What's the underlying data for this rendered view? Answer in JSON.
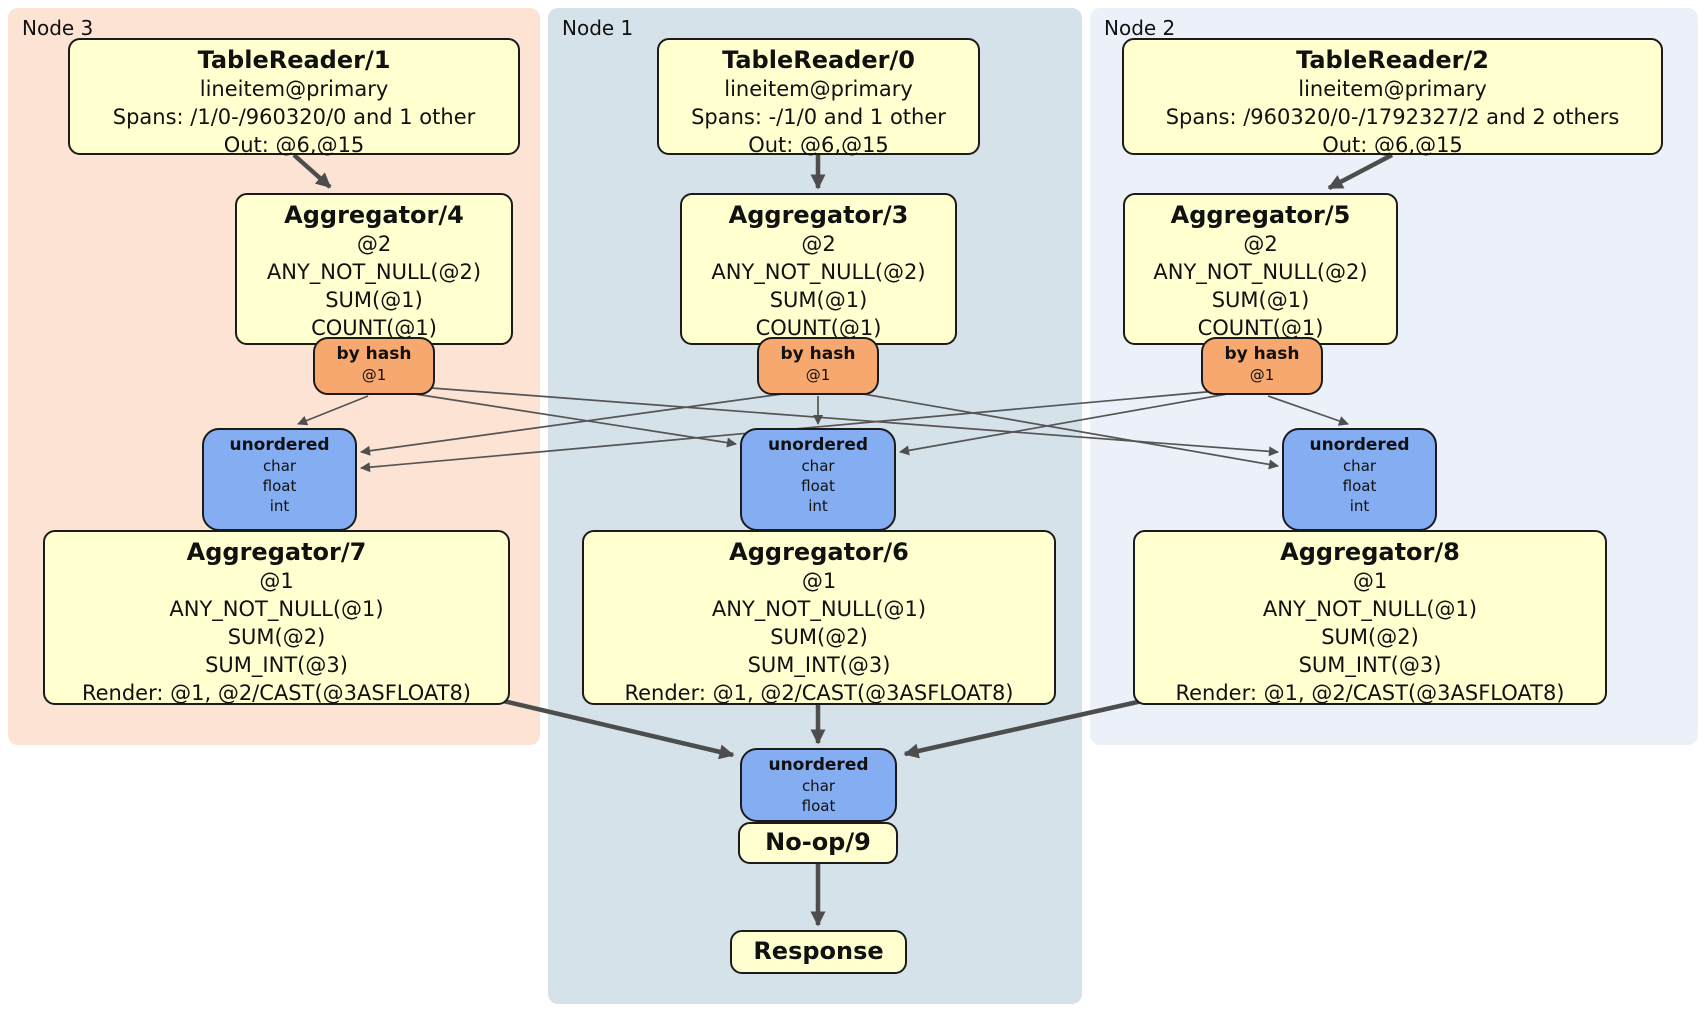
{
  "regions": {
    "node3": {
      "label": "Node 3"
    },
    "node1": {
      "label": "Node 1"
    },
    "node2": {
      "label": "Node 2"
    }
  },
  "processors": {
    "tr1": {
      "title": "TableReader/1",
      "lines": [
        "lineitem@primary",
        "Spans: /1/0-/960320/0 and 1 other",
        "Out: @6,@15"
      ]
    },
    "tr0": {
      "title": "TableReader/0",
      "lines": [
        "lineitem@primary",
        "Spans: -/1/0 and 1 other",
        "Out: @6,@15"
      ]
    },
    "tr2": {
      "title": "TableReader/2",
      "lines": [
        "lineitem@primary",
        "Spans: /960320/0-/1792327/2 and 2 others",
        "Out: @6,@15"
      ]
    },
    "agg4": {
      "title": "Aggregator/4",
      "lines": [
        "@2",
        "ANY_NOT_NULL(@2)",
        "SUM(@1)",
        "COUNT(@1)"
      ]
    },
    "agg3": {
      "title": "Aggregator/3",
      "lines": [
        "@2",
        "ANY_NOT_NULL(@2)",
        "SUM(@1)",
        "COUNT(@1)"
      ]
    },
    "agg5": {
      "title": "Aggregator/5",
      "lines": [
        "@2",
        "ANY_NOT_NULL(@2)",
        "SUM(@1)",
        "COUNT(@1)"
      ]
    },
    "agg7": {
      "title": "Aggregator/7",
      "lines": [
        "@1",
        "ANY_NOT_NULL(@1)",
        "SUM(@2)",
        "SUM_INT(@3)",
        "Render: @1, @2/CAST(@3ASFLOAT8)"
      ]
    },
    "agg6": {
      "title": "Aggregator/6",
      "lines": [
        "@1",
        "ANY_NOT_NULL(@1)",
        "SUM(@2)",
        "SUM_INT(@3)",
        "Render: @1, @2/CAST(@3ASFLOAT8)"
      ]
    },
    "agg8": {
      "title": "Aggregator/8",
      "lines": [
        "@1",
        "ANY_NOT_NULL(@1)",
        "SUM(@2)",
        "SUM_INT(@3)",
        "Render: @1, @2/CAST(@3ASFLOAT8)"
      ]
    },
    "noop": {
      "title": "No-op/9"
    },
    "response": {
      "title": "Response"
    }
  },
  "routers": {
    "bh3": {
      "title": "by hash",
      "sub": "@1"
    },
    "bh1": {
      "title": "by hash",
      "sub": "@1"
    },
    "bh2": {
      "title": "by hash",
      "sub": "@1"
    }
  },
  "syncs": {
    "u3": {
      "title": "unordered",
      "lines": [
        "char",
        "float",
        "int"
      ]
    },
    "u1": {
      "title": "unordered",
      "lines": [
        "char",
        "float",
        "int"
      ]
    },
    "u2": {
      "title": "unordered",
      "lines": [
        "char",
        "float",
        "int"
      ]
    },
    "ufinal": {
      "title": "unordered",
      "lines": [
        "char",
        "float"
      ]
    }
  },
  "colors": {
    "node3_bg": "#fce3d3",
    "node1_bg": "#d6e2ea",
    "node2_bg": "#ecf1f9",
    "processor_bg": "#ffffcf",
    "router_bg": "#f7a86f",
    "sync_bg": "#84adf2",
    "edge": "#4d4d4d"
  }
}
